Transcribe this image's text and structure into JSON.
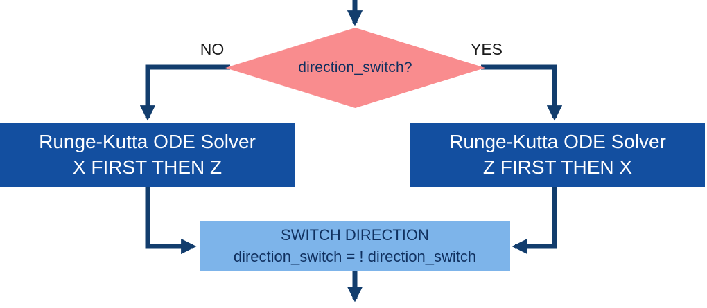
{
  "colors": {
    "arrow": "#123d6d",
    "diamond": "#f98c8e",
    "solver_box": "#134fa0",
    "switch_box": "#7db4ea",
    "solver_text": "#ffffff",
    "dark_text": "#10305f",
    "label_text": "#1b1b1b",
    "background": "#ffffff"
  },
  "decision": {
    "label": "direction_switch?"
  },
  "branches": {
    "no": "NO",
    "yes": "YES"
  },
  "solver_left": {
    "line1": "Runge-Kutta ODE Solver",
    "line2": "X FIRST THEN Z"
  },
  "solver_right": {
    "line1": "Runge-Kutta ODE Solver",
    "line2": "Z FIRST THEN X"
  },
  "switch_step": {
    "line1": "SWITCH DIRECTION",
    "line2": "direction_switch = ! direction_switch"
  }
}
